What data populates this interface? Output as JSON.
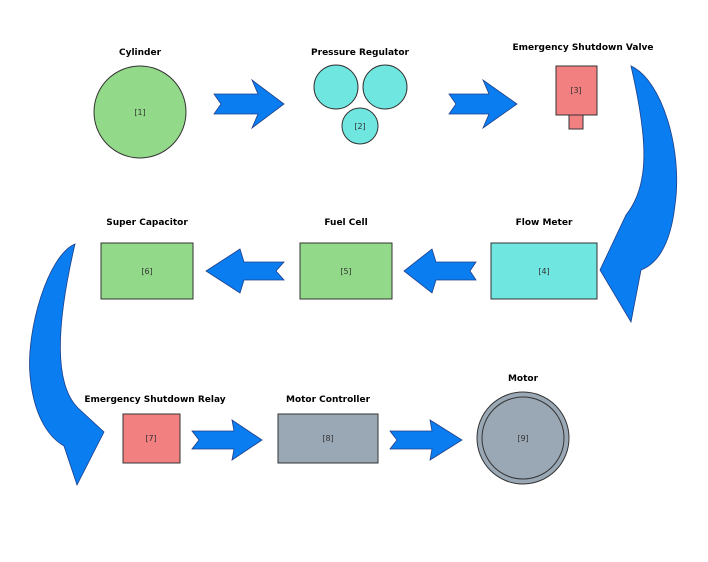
{
  "colors": {
    "green": "#93d98a",
    "cyan": "#6fe6e0",
    "red": "#f28080",
    "gray": "#9aa8b6",
    "arrow": "#0a7df0",
    "text": "#000000"
  },
  "nodes": [
    {
      "id": "cylinder",
      "title": "Cylinder",
      "ref": "[1]",
      "shape": "circle",
      "color": "green"
    },
    {
      "id": "pressure-regulator",
      "title": "Pressure Regulator",
      "ref": "[2]",
      "shape": "three-circles",
      "color": "cyan"
    },
    {
      "id": "emergency-shutdown-valve",
      "title": "Emergency Shutdown Valve",
      "ref": "[3]",
      "shape": "valve",
      "color": "red"
    },
    {
      "id": "flow-meter",
      "title": "Flow Meter",
      "ref": "[4]",
      "shape": "rect",
      "color": "cyan"
    },
    {
      "id": "fuel-cell",
      "title": "Fuel Cell",
      "ref": "[5]",
      "shape": "rect",
      "color": "green"
    },
    {
      "id": "super-capacitor",
      "title": "Super Capacitor",
      "ref": "[6]",
      "shape": "rect",
      "color": "green"
    },
    {
      "id": "emergency-shutdown-relay",
      "title": "Emergency Shutdown Relay",
      "ref": "[7]",
      "shape": "rect",
      "color": "red"
    },
    {
      "id": "motor-controller",
      "title": "Motor Controller",
      "ref": "[8]",
      "shape": "rect",
      "color": "gray"
    },
    {
      "id": "motor",
      "title": "Motor",
      "ref": "[9]",
      "shape": "double-circle",
      "color": "gray"
    }
  ],
  "edges": [
    {
      "from": "cylinder",
      "to": "pressure-regulator",
      "style": "straight-arrow"
    },
    {
      "from": "pressure-regulator",
      "to": "emergency-shutdown-valve",
      "style": "straight-arrow"
    },
    {
      "from": "emergency-shutdown-valve",
      "to": "flow-meter",
      "style": "curved-arrow"
    },
    {
      "from": "flow-meter",
      "to": "fuel-cell",
      "style": "straight-arrow"
    },
    {
      "from": "fuel-cell",
      "to": "super-capacitor",
      "style": "straight-arrow"
    },
    {
      "from": "super-capacitor",
      "to": "emergency-shutdown-relay",
      "style": "curved-arrow"
    },
    {
      "from": "emergency-shutdown-relay",
      "to": "motor-controller",
      "style": "straight-arrow"
    },
    {
      "from": "motor-controller",
      "to": "motor",
      "style": "straight-arrow"
    }
  ]
}
